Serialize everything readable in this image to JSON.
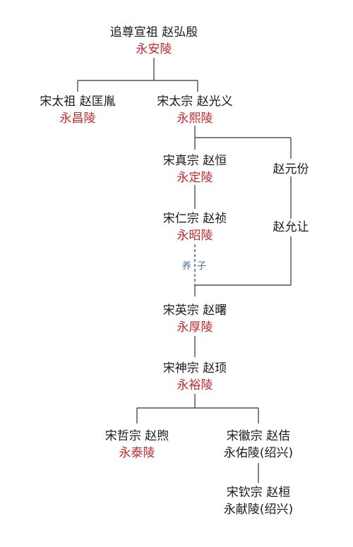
{
  "nodes": {
    "zhao_hongyin": {
      "name": "追尊宣祖  赵弘殷",
      "tomb": "永安陵"
    },
    "taizu": {
      "name": "宋太祖  赵匡胤",
      "tomb": "永昌陵"
    },
    "taizong": {
      "name": "宋太宗  赵光义",
      "tomb": "永熙陵"
    },
    "zhenzong": {
      "name": "宋真宗  赵恒",
      "tomb": "永定陵"
    },
    "renzong": {
      "name": "宋仁宗  赵祯",
      "tomb": "永昭陵"
    },
    "zhao_yuanfen": {
      "name": "赵元份"
    },
    "zhao_yunrang": {
      "name": "赵允让"
    },
    "yingzong": {
      "name": "宋英宗  赵曙",
      "tomb": "永厚陵"
    },
    "shenzong": {
      "name": "宋神宗  赵顼",
      "tomb": "永裕陵"
    },
    "zhezong": {
      "name": "宋哲宗  赵煦",
      "tomb": "永泰陵"
    },
    "huizong": {
      "name": "宋徽宗  赵佶",
      "tomb": "永佑陵(绍兴)"
    },
    "qinzong": {
      "name": "宋钦宗  赵桓",
      "tomb": "永献陵(绍兴)"
    }
  },
  "adoption_label": "养  子",
  "colors": {
    "tomb": "#c0282d",
    "text": "#1a1a1a",
    "line": "#333333",
    "adoption_label": "#4a6fa5"
  }
}
